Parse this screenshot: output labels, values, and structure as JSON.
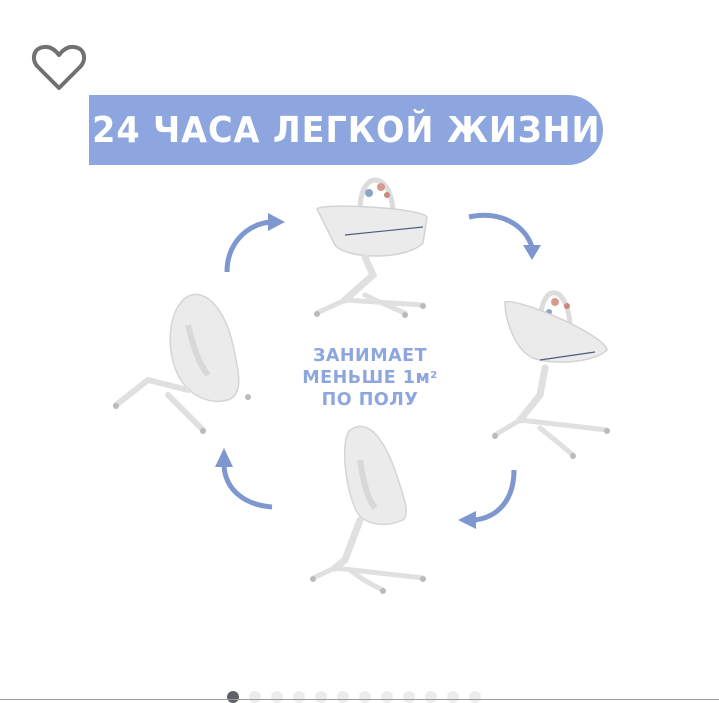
{
  "favorite": {
    "icon": "heart-outline-icon",
    "color": "#717175"
  },
  "banner": {
    "title": "24 ЧАСА ЛЕГКОЙ ЖИЗНИ",
    "background": "#8ea6df"
  },
  "center_caption": {
    "line1": "ЗАНИМАЕТ",
    "line2": "МЕНЬШЕ 1м",
    "line2_sup": "2",
    "line3": "ПО ПОЛУ"
  },
  "illustrations": [
    {
      "name": "bassinet-high",
      "position": "top"
    },
    {
      "name": "bassinet-tilted",
      "position": "right"
    },
    {
      "name": "high-chair-seat",
      "position": "bottom"
    },
    {
      "name": "low-recliner",
      "position": "left"
    }
  ],
  "arrows": {
    "color": "#7f97cf",
    "count": 4
  },
  "carousel": {
    "total": 12,
    "active_index": 0
  }
}
